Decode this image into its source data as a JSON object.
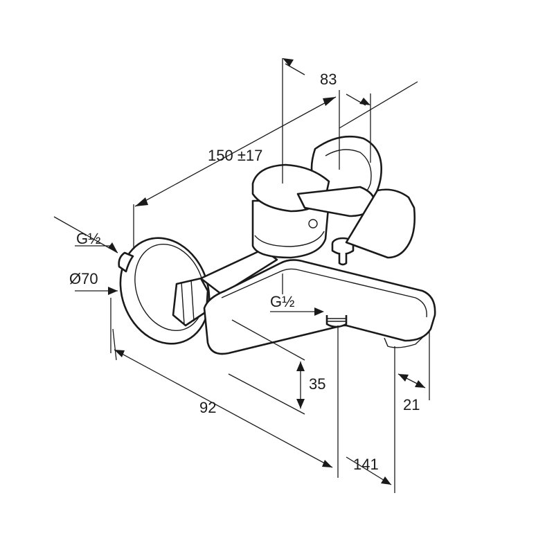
{
  "diagram": {
    "dimensions": {
      "width_top": "83",
      "center_distance": "150 ±17",
      "inlet_thread": "G½",
      "flange_diameter": "Ø70",
      "outlet_thread": "G½",
      "spout_height": "35",
      "depth_body": "92",
      "spout_thickness": "21",
      "spout_projection": "141"
    }
  }
}
